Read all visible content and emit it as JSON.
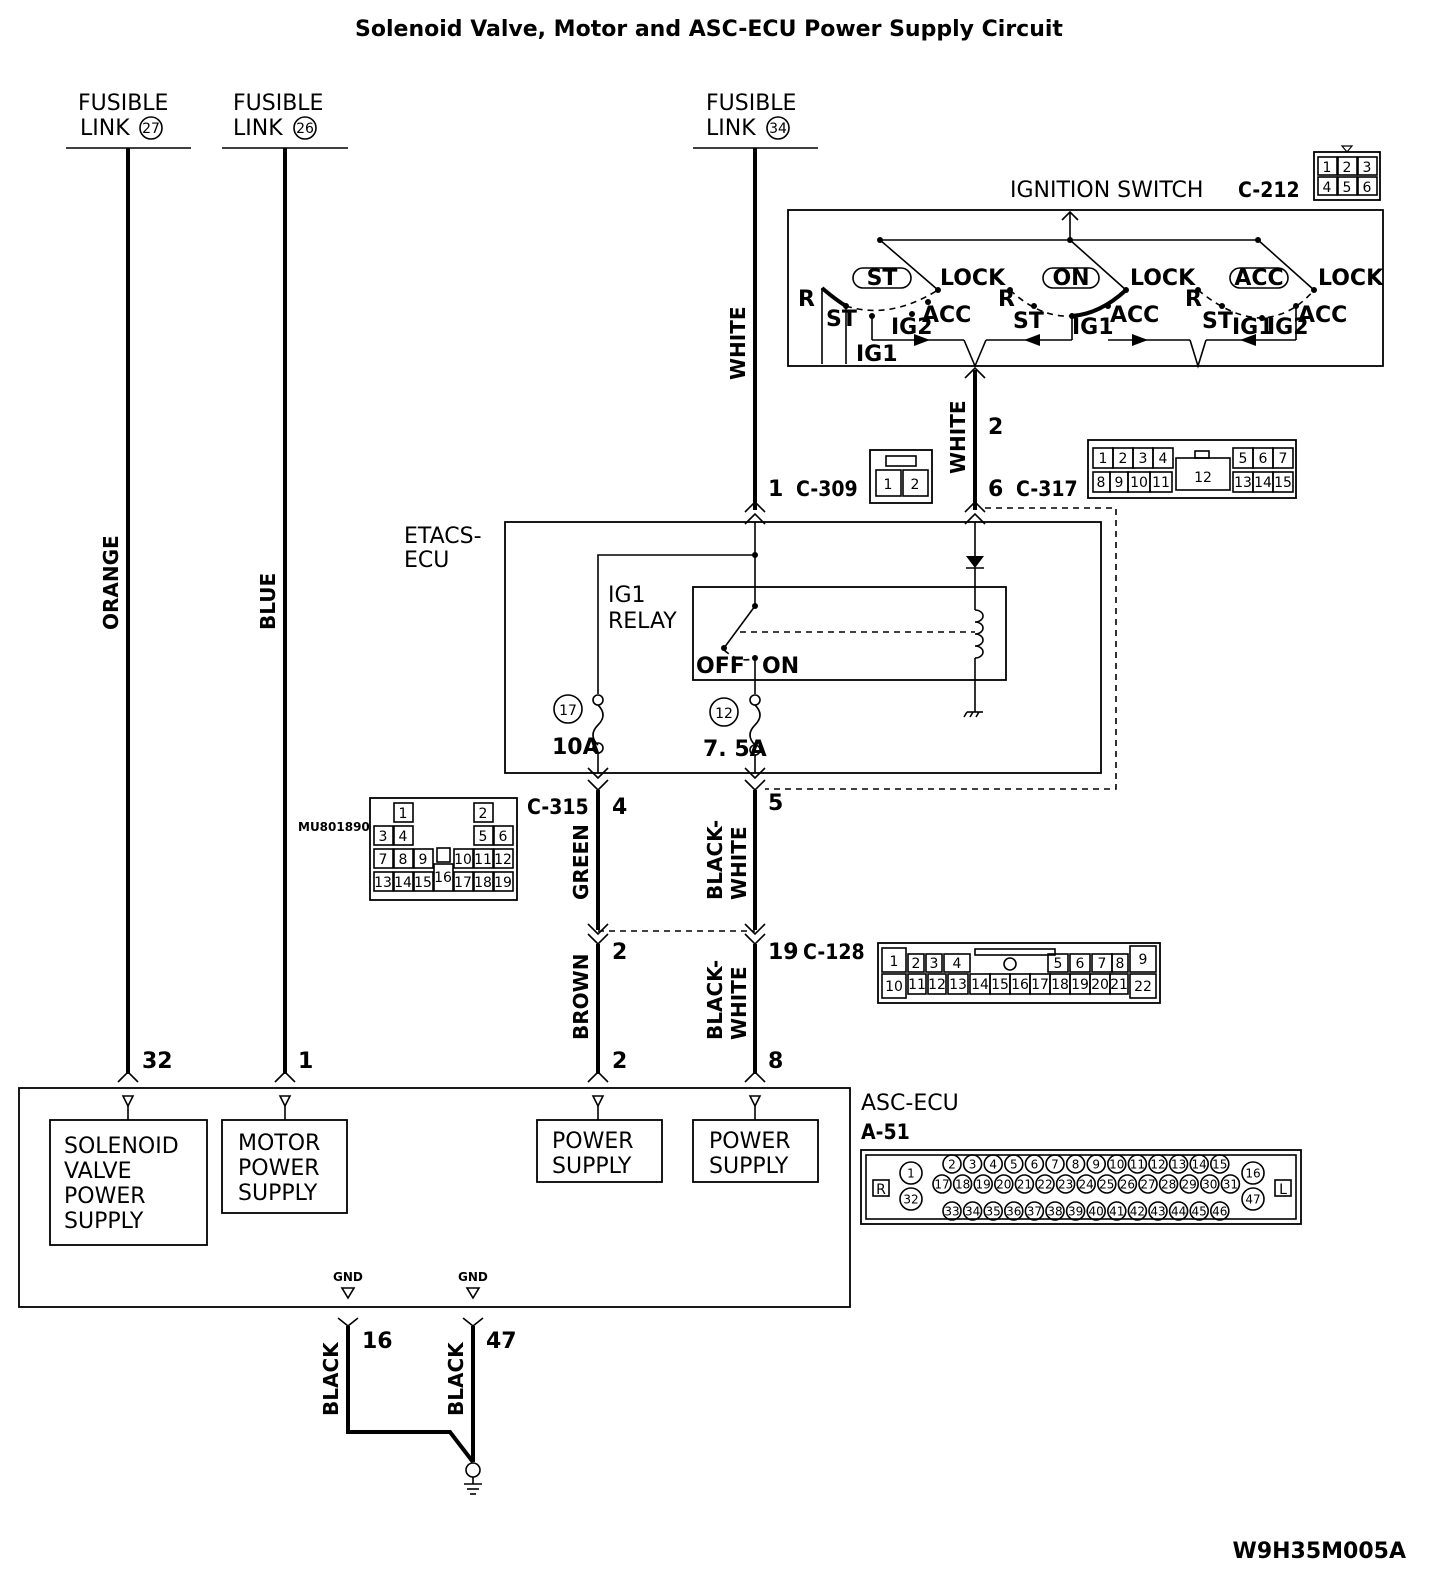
{
  "title": "Solenoid Valve, Motor and ASC-ECU Power Supply Circuit",
  "figure_code": "W9H35M005A",
  "fusible_links": [
    {
      "label_line1": "FUSIBLE",
      "label_line2": "LINK",
      "number": "27"
    },
    {
      "label_line1": "FUSIBLE",
      "label_line2": "LINK",
      "number": "26"
    },
    {
      "label_line1": "FUSIBLE",
      "label_line2": "LINK",
      "number": "34"
    }
  ],
  "wire_colors": {
    "orange": "ORANGE",
    "blue": "BLUE",
    "white_upper": "WHITE",
    "white_ign": "WHITE",
    "green": "GREEN",
    "brown": "BROWN",
    "black_white_1a": "BLACK-",
    "black_white_1b": "WHITE",
    "black_white_2a": "BLACK-",
    "black_white_2b": "WHITE",
    "black_1": "BLACK",
    "black_2": "BLACK"
  },
  "ignition_switch": {
    "label": "IGNITION SWITCH",
    "connector": "C-212",
    "connector_pins": [
      "1",
      "2",
      "3",
      "4",
      "5",
      "6"
    ],
    "positions": {
      "st": "ST",
      "on": "ON",
      "acc": "ACC",
      "lock": "LOCK",
      "r": "R",
      "ig1": "IG1",
      "ig2": "IG2"
    }
  },
  "etacs": {
    "label_line1": "ETACS-",
    "label_line2": "ECU",
    "relay_line1": "IG1",
    "relay_line2": "RELAY",
    "off": "OFF",
    "on": "ON",
    "fuse_a_number": "17",
    "fuse_a_rating": "10A",
    "fuse_b_number": "12",
    "fuse_b_rating": "7. 5A"
  },
  "connectors": {
    "c309": {
      "pin": "1",
      "name": "C-309",
      "pins": [
        "1",
        "2"
      ]
    },
    "c317": {
      "pin": "6",
      "name": "C-317",
      "pins": [
        "1",
        "2",
        "3",
        "4",
        "12",
        "5",
        "6",
        "7",
        "8",
        "9",
        "10",
        "11",
        "13",
        "14",
        "15"
      ]
    },
    "c212_pin": "2",
    "c315": {
      "name": "C-315",
      "pin_green": "4",
      "pin_bw": "5",
      "part_no": "MU801890",
      "pins": [
        "1",
        "2",
        "3",
        "4",
        "5",
        "6",
        "7",
        "8",
        "9",
        "10",
        "11",
        "12",
        "13",
        "14",
        "15",
        "16",
        "17",
        "18",
        "19"
      ]
    },
    "c128": {
      "name": "C-128",
      "pin_brown": "2",
      "pin_bw": "19",
      "pins": [
        "1",
        "2",
        "3",
        "4",
        "5",
        "6",
        "7",
        "8",
        "9",
        "10",
        "11",
        "12",
        "13",
        "14",
        "15",
        "16",
        "17",
        "18",
        "19",
        "20",
        "21",
        "22"
      ]
    }
  },
  "asc_ecu": {
    "label": "ASC-ECU",
    "connector": "A-51",
    "pin_orange": "32",
    "pin_blue": "1",
    "pin_brown": "2",
    "pin_bw": "8",
    "pin_gnd1": "16",
    "pin_gnd2": "47",
    "gnd_label_1": "GND",
    "gnd_label_2": "GND",
    "blocks": [
      {
        "lines": [
          "SOLENOID",
          "VALVE",
          "POWER",
          "SUPPLY"
        ]
      },
      {
        "lines": [
          "MOTOR",
          "POWER",
          "SUPPLY"
        ]
      },
      {
        "lines": [
          "POWER",
          "SUPPLY"
        ]
      },
      {
        "lines": [
          "POWER",
          "SUPPLY"
        ]
      }
    ],
    "connector_side_r": "R",
    "connector_side_l": "L",
    "connector_pins_row1": [
      "2",
      "3",
      "4",
      "5",
      "6",
      "7",
      "8",
      "9",
      "10",
      "11",
      "12",
      "13",
      "14",
      "15"
    ],
    "connector_pins_row2": [
      "17",
      "18",
      "19",
      "20",
      "21",
      "22",
      "23",
      "24",
      "25",
      "26",
      "27",
      "28",
      "29",
      "30",
      "31"
    ],
    "connector_pins_row3": [
      "33",
      "34",
      "35",
      "36",
      "37",
      "38",
      "39",
      "40",
      "41",
      "42",
      "43",
      "44",
      "45",
      "46"
    ],
    "connector_pins_left": [
      "1",
      "32"
    ],
    "connector_pins_right": [
      "16",
      "47"
    ]
  }
}
